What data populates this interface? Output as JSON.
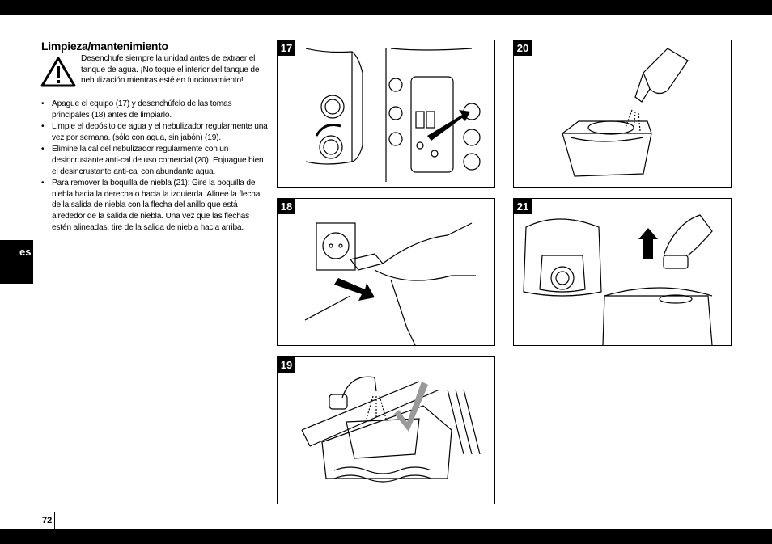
{
  "page": {
    "language_tab": "es",
    "page_number": "72"
  },
  "section": {
    "title": "Limpieza/mantenimiento",
    "warning_icon": "warning-triangle-icon",
    "warning_text": "Desenchufe siempre la unidad antes de extraer el tanque de agua. ¡No toque el interior del tanque de nebulización mientras esté en funcionamiento!",
    "steps": [
      "Apague el equipo (17) y desenchúfelo de las tomas principales (18) antes de limpiarlo.",
      "Limpie el depósito de agua y el nebulizador regularmente una vez por semana. (sólo con agua, sin jabón) (19).",
      "Elimine la cal del nebulizador regularmente con un desincrustante anti-cal de uso comercial (20). Enjuague bien el desincrustante anti-cal con abundante agua.",
      "Para remover la boquilla de niebla (21): Gire la boquilla de niebla hacia la derecha o hacia la izquierda. Alinee la flecha de la salida de niebla con la flecha del anillo que está alrededor de la salida de niebla. Una vez que las flechas estén alineadas, tire de la salida de niebla hacia arriba."
    ]
  },
  "figures": {
    "f17": {
      "number": "17",
      "icon": "power-off-illustration"
    },
    "f18": {
      "number": "18",
      "icon": "unplug-illustration"
    },
    "f19": {
      "number": "19",
      "icon": "rinse-tank-illustration"
    },
    "f20": {
      "number": "20",
      "icon": "descale-illustration"
    },
    "f21": {
      "number": "21",
      "icon": "remove-mist-nozzle-illustration"
    }
  },
  "colors": {
    "ink": "#000000",
    "paper": "#ffffff"
  }
}
